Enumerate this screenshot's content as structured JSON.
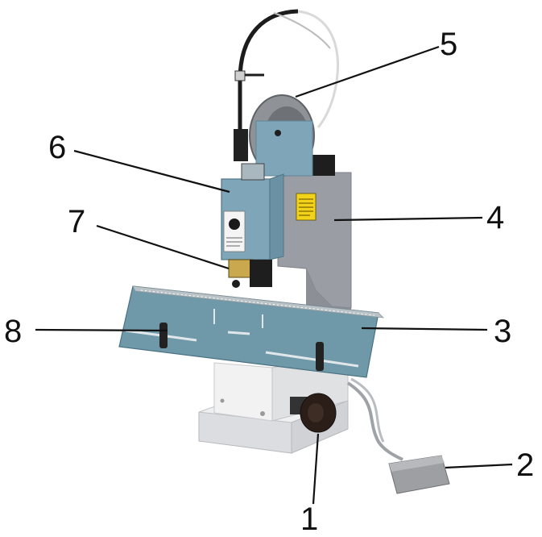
{
  "figure": {
    "labels": [
      {
        "id": "1",
        "text": "1"
      },
      {
        "id": "2",
        "text": "2"
      },
      {
        "id": "3",
        "text": "3"
      },
      {
        "id": "4",
        "text": "4"
      },
      {
        "id": "5",
        "text": "5"
      },
      {
        "id": "6",
        "text": "6"
      },
      {
        "id": "7",
        "text": "7"
      },
      {
        "id": "8",
        "text": "8"
      }
    ],
    "colors": {
      "body_grey": "#8f9298",
      "head_blue": "#7fa6b8",
      "table_blue": "#6f98a8",
      "base_white": "#e9eaec",
      "wire_black": "#1c1c1c"
    }
  }
}
